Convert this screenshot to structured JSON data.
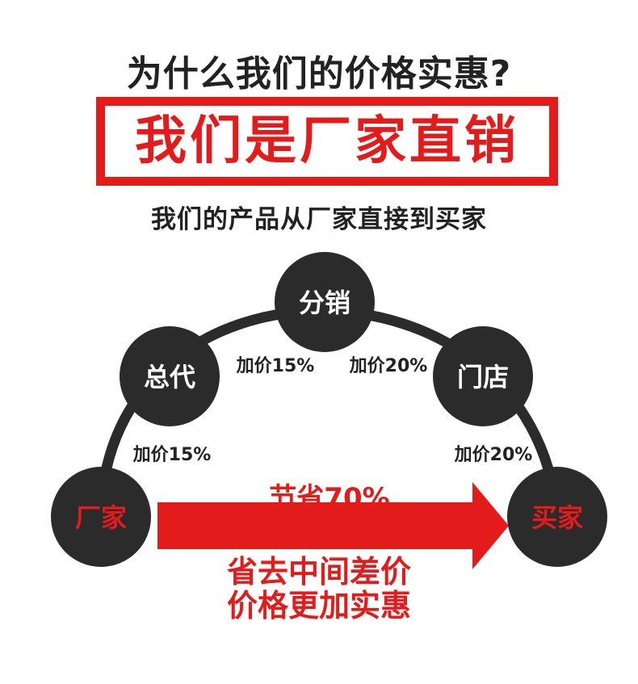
{
  "headline": "为什么我们的价格实惠?",
  "banner": "我们是厂家直销",
  "subline": "我们的产品从厂家直接到买家",
  "nodes": {
    "factory": "厂家",
    "agent": "总代",
    "distribution": "分销",
    "store": "门店",
    "buyer": "买家"
  },
  "markups": {
    "factory_to_agent": "加价15%",
    "agent_to_distribution": "加价15%",
    "distribution_to_store": "加价20%",
    "store_to_buyer": "加价20%"
  },
  "direct": {
    "savings": "节省70%",
    "line1": "省去中间差价",
    "line2": "价格更加实惠"
  },
  "colors": {
    "accent": "#e31b1b",
    "dark": "#2b2b2b",
    "text": "#222222"
  }
}
